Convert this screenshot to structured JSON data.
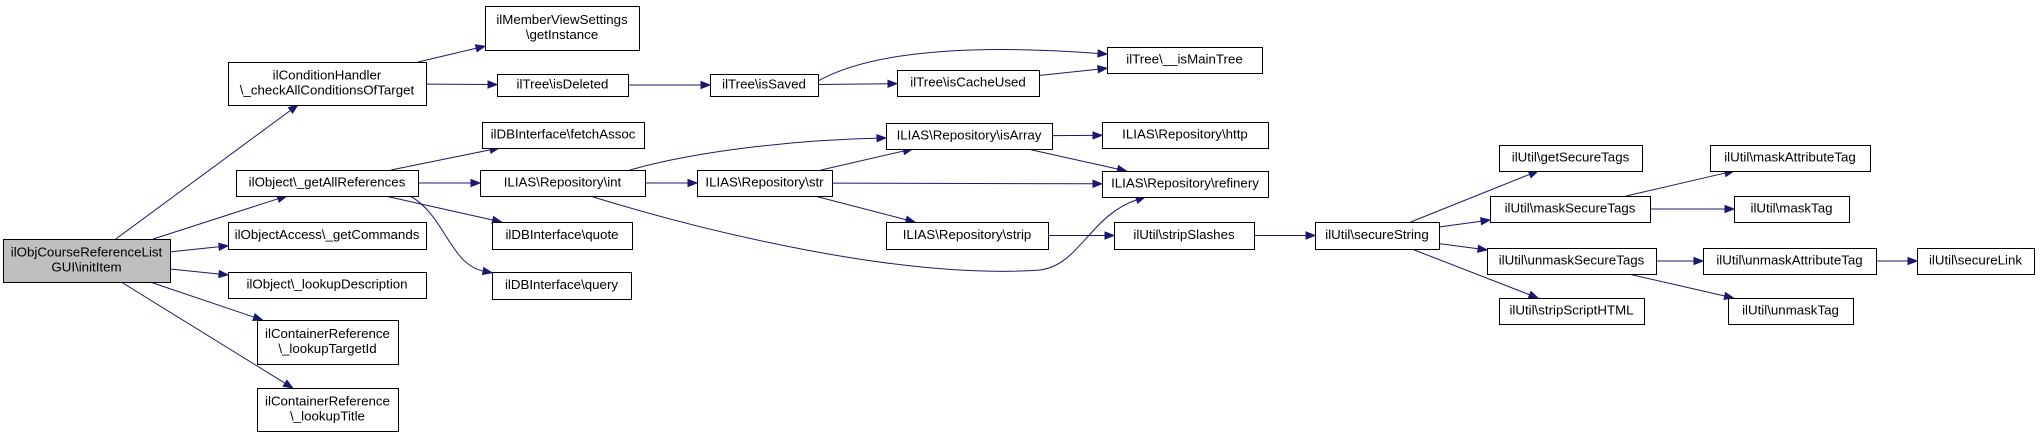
{
  "colors": {
    "edge": "#191970",
    "root_fill": "#bfbfbf",
    "node_fill": "#ffffff",
    "border": "#000000"
  },
  "nodes": [
    {
      "id": "root",
      "lines": [
        "ilObjCourseReferenceList",
        "GUI\\initItem"
      ]
    },
    {
      "id": "condHandler",
      "lines": [
        "ilConditionHandler",
        "\\_checkAllConditionsOfTarget"
      ]
    },
    {
      "id": "memberView",
      "lines": [
        "ilMemberViewSettings",
        "\\getInstance"
      ]
    },
    {
      "id": "treeIsDeleted",
      "lines": [
        "ilTree\\isDeleted"
      ]
    },
    {
      "id": "treeIsSaved",
      "lines": [
        "ilTree\\isSaved"
      ]
    },
    {
      "id": "treeIsCacheUsed",
      "lines": [
        "ilTree\\isCacheUsed"
      ]
    },
    {
      "id": "treeIsMainTree",
      "lines": [
        "ilTree\\__isMainTree"
      ]
    },
    {
      "id": "getAllRefs",
      "lines": [
        "ilObject\\_getAllReferences"
      ]
    },
    {
      "id": "fetchAssoc",
      "lines": [
        "ilDBInterface\\fetchAssoc"
      ]
    },
    {
      "id": "repoInt",
      "lines": [
        "ILIAS\\Repository\\int"
      ]
    },
    {
      "id": "dbQuote",
      "lines": [
        "ilDBInterface\\quote"
      ]
    },
    {
      "id": "dbQuery",
      "lines": [
        "ilDBInterface\\query"
      ]
    },
    {
      "id": "repoIsArray",
      "lines": [
        "ILIAS\\Repository\\isArray"
      ]
    },
    {
      "id": "repoHttp",
      "lines": [
        "ILIAS\\Repository\\http"
      ]
    },
    {
      "id": "repoStr",
      "lines": [
        "ILIAS\\Repository\\str"
      ]
    },
    {
      "id": "repoRefinery",
      "lines": [
        "ILIAS\\Repository\\refinery"
      ]
    },
    {
      "id": "repoStrip",
      "lines": [
        "ILIAS\\Repository\\strip"
      ]
    },
    {
      "id": "stripSlashes",
      "lines": [
        "ilUtil\\stripSlashes"
      ]
    },
    {
      "id": "secureString",
      "lines": [
        "ilUtil\\secureString"
      ]
    },
    {
      "id": "getSecureTags",
      "lines": [
        "ilUtil\\getSecureTags"
      ]
    },
    {
      "id": "maskSecureTags",
      "lines": [
        "ilUtil\\maskSecureTags"
      ]
    },
    {
      "id": "unmaskSecureTags",
      "lines": [
        "ilUtil\\unmaskSecureTags"
      ]
    },
    {
      "id": "stripScriptHTML",
      "lines": [
        "ilUtil\\stripScriptHTML"
      ]
    },
    {
      "id": "maskAttributeTag",
      "lines": [
        "ilUtil\\maskAttributeTag"
      ]
    },
    {
      "id": "maskTag",
      "lines": [
        "ilUtil\\maskTag"
      ]
    },
    {
      "id": "unmaskAttributeTag",
      "lines": [
        "ilUtil\\unmaskAttributeTag"
      ]
    },
    {
      "id": "unmaskTag",
      "lines": [
        "ilUtil\\unmaskTag"
      ]
    },
    {
      "id": "secureLink",
      "lines": [
        "ilUtil\\secureLink"
      ]
    },
    {
      "id": "objAccessCommands",
      "lines": [
        "ilObjectAccess\\_getCommands"
      ]
    },
    {
      "id": "lookupDescription",
      "lines": [
        "ilObject\\_lookupDescription"
      ]
    },
    {
      "id": "lookupTargetId",
      "lines": [
        "ilContainerReference",
        "\\_lookupTargetId"
      ]
    },
    {
      "id": "lookupTitle",
      "lines": [
        "ilContainerReference",
        "\\_lookupTitle"
      ]
    }
  ],
  "edges": [
    [
      "root",
      "condHandler"
    ],
    [
      "root",
      "getAllRefs"
    ],
    [
      "root",
      "objAccessCommands"
    ],
    [
      "root",
      "lookupDescription"
    ],
    [
      "root",
      "lookupTargetId"
    ],
    [
      "root",
      "lookupTitle"
    ],
    [
      "condHandler",
      "memberView"
    ],
    [
      "condHandler",
      "treeIsDeleted"
    ],
    [
      "treeIsDeleted",
      "treeIsSaved"
    ],
    [
      "treeIsSaved",
      "treeIsMainTree"
    ],
    [
      "treeIsSaved",
      "treeIsCacheUsed"
    ],
    [
      "treeIsCacheUsed",
      "treeIsMainTree"
    ],
    [
      "getAllRefs",
      "fetchAssoc"
    ],
    [
      "getAllRefs",
      "repoInt"
    ],
    [
      "getAllRefs",
      "dbQuote"
    ],
    [
      "getAllRefs",
      "dbQuery"
    ],
    [
      "repoInt",
      "repoIsArray"
    ],
    [
      "repoInt",
      "repoStr"
    ],
    [
      "repoInt",
      "repoRefinery"
    ],
    [
      "repoIsArray",
      "repoHttp"
    ],
    [
      "repoIsArray",
      "repoRefinery"
    ],
    [
      "repoStr",
      "repoIsArray"
    ],
    [
      "repoStr",
      "repoRefinery"
    ],
    [
      "repoStr",
      "repoStrip"
    ],
    [
      "repoStrip",
      "stripSlashes"
    ],
    [
      "stripSlashes",
      "secureString"
    ],
    [
      "secureString",
      "getSecureTags"
    ],
    [
      "secureString",
      "maskSecureTags"
    ],
    [
      "secureString",
      "unmaskSecureTags"
    ],
    [
      "secureString",
      "stripScriptHTML"
    ],
    [
      "maskSecureTags",
      "maskAttributeTag"
    ],
    [
      "maskSecureTags",
      "maskTag"
    ],
    [
      "unmaskSecureTags",
      "unmaskAttributeTag"
    ],
    [
      "unmaskSecureTags",
      "unmaskTag"
    ],
    [
      "unmaskAttributeTag",
      "secureLink"
    ]
  ]
}
